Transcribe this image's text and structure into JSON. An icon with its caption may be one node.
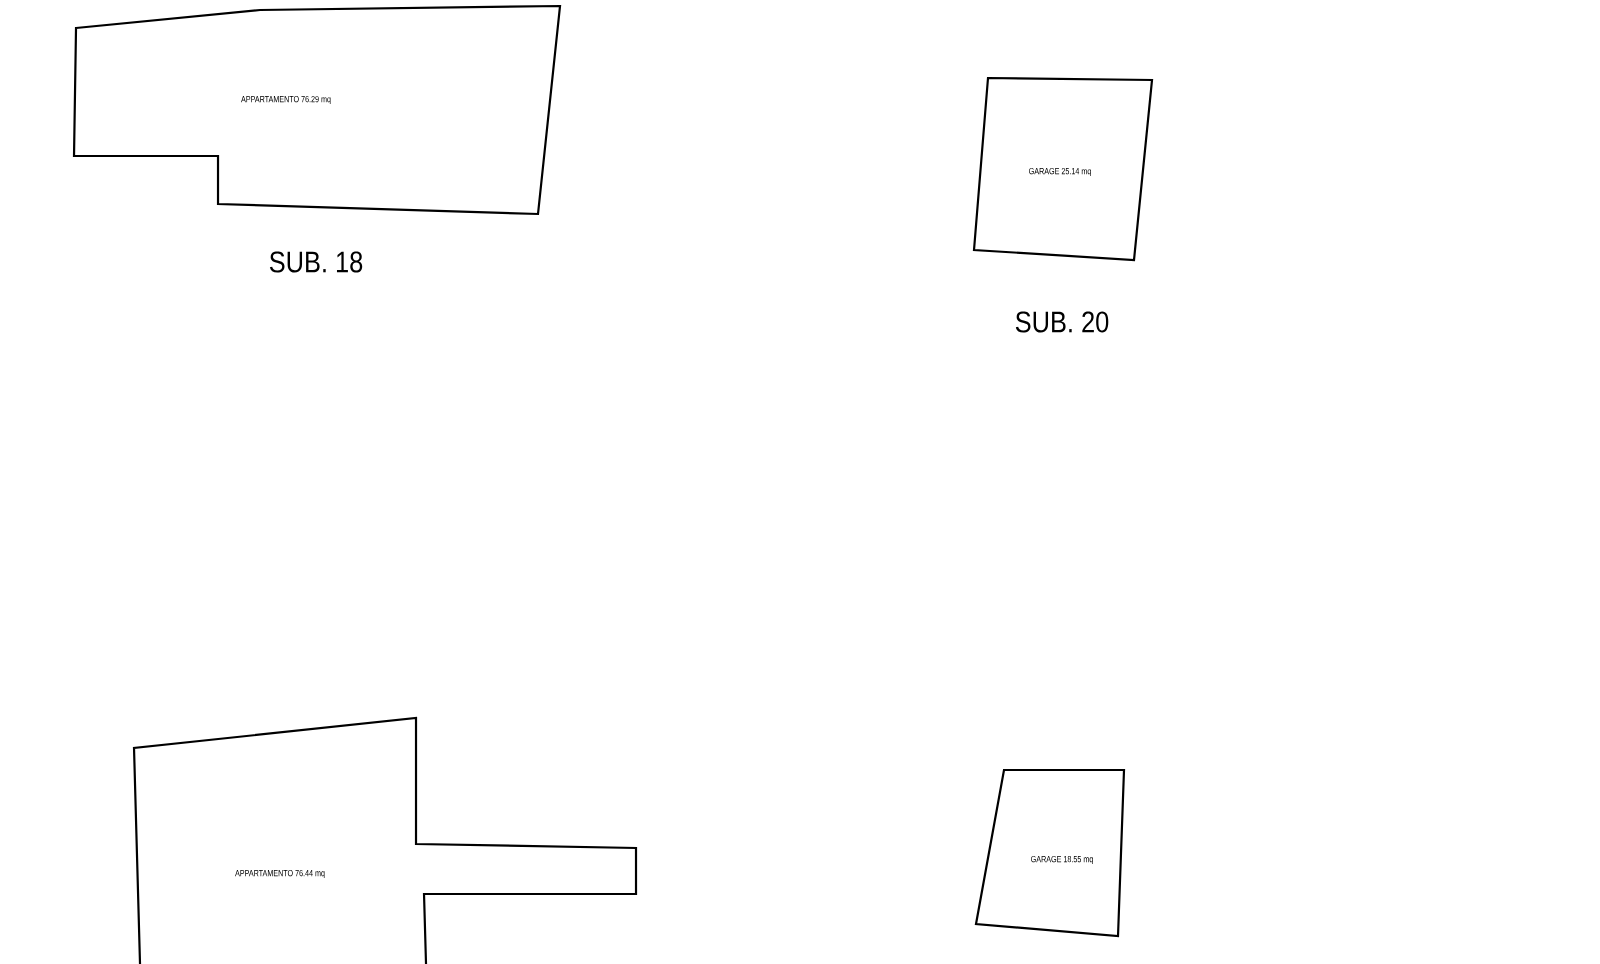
{
  "diagram": {
    "nodes": [
      {
        "text": [
          "APPARTAMENTO 76.29 mq"
        ],
        "beside": [
          "SUB. 18"
        ]
      },
      {
        "text": [
          "GARAGE 25.14 mq"
        ],
        "beside": [
          "SUB. 20"
        ]
      },
      {
        "text": [
          "APPARTAMENTO 76.44 mq"
        ]
      },
      {
        "text": [
          "GARAGE 18.55 mq"
        ]
      }
    ]
  }
}
